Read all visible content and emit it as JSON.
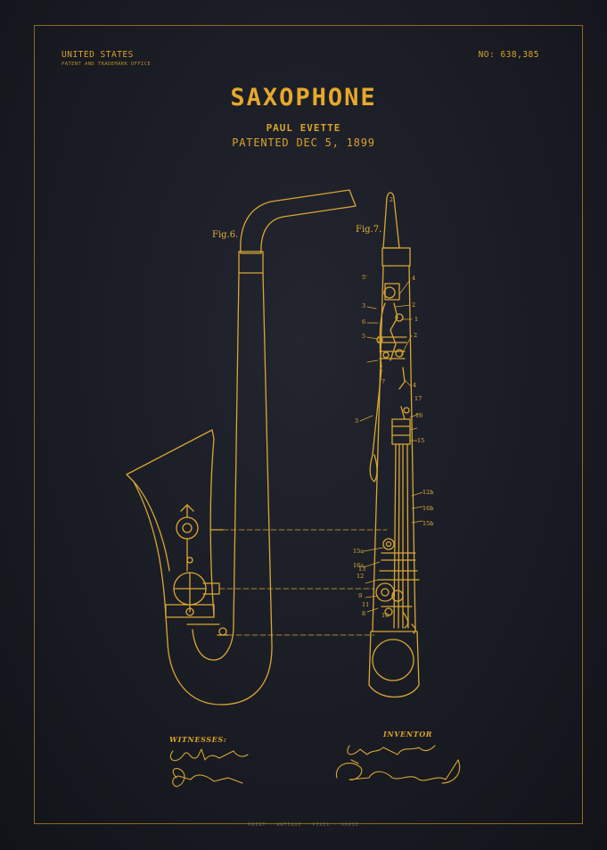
{
  "header": {
    "country": "UNITED STATES",
    "office": "PATENT AND TRADEMARK OFFICE",
    "patent_number": "NO: 638,385"
  },
  "title": "SAXOPHONE",
  "inventor_name": "PAUL EVETTE",
  "patent_date": "PATENTED DEC 5, 1899",
  "figures": {
    "fig6": "Fig.6.",
    "fig7": "Fig.7."
  },
  "part_numbers": [
    "2",
    "4",
    "5'",
    "3",
    "2",
    "6",
    "1",
    "5",
    "2",
    "7",
    "4",
    "3",
    "17",
    "16",
    "15",
    "12b",
    "16b",
    "15b",
    "15a",
    "13",
    "16a",
    "12",
    "9",
    "11",
    "8",
    "10"
  ],
  "signatures": {
    "witnesses_label": "WITNESSES:",
    "inventor_label": "INVENTOR"
  },
  "footer": "PRINT · ANTIQUE · PIXEL · HOUSE",
  "colors": {
    "background": "#1a1c24",
    "gold": "#e0a92e",
    "line": "#d8a733"
  }
}
